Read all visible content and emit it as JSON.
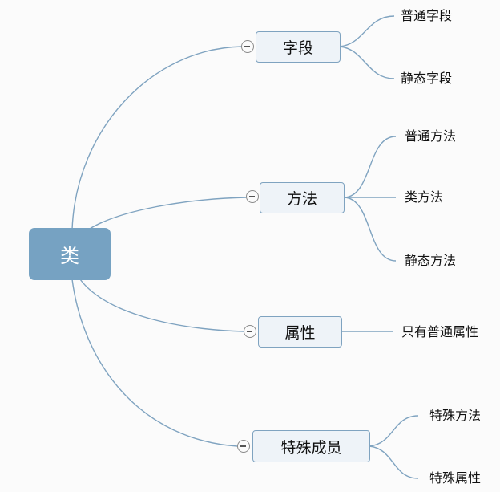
{
  "root": {
    "label": "类"
  },
  "branches": [
    {
      "label": "字段",
      "children": [
        "普通字段",
        "静态字段"
      ]
    },
    {
      "label": "方法",
      "children": [
        "普通方法",
        "类方法",
        "静态方法"
      ]
    },
    {
      "label": "属性",
      "children": [
        "只有普通属性"
      ]
    },
    {
      "label": "特殊成员",
      "children": [
        "特殊方法",
        "特殊属性"
      ]
    }
  ],
  "colors": {
    "root_fill": "#76a2c2",
    "branch_fill": "#eef3f8",
    "line": "#7fa3c0"
  }
}
